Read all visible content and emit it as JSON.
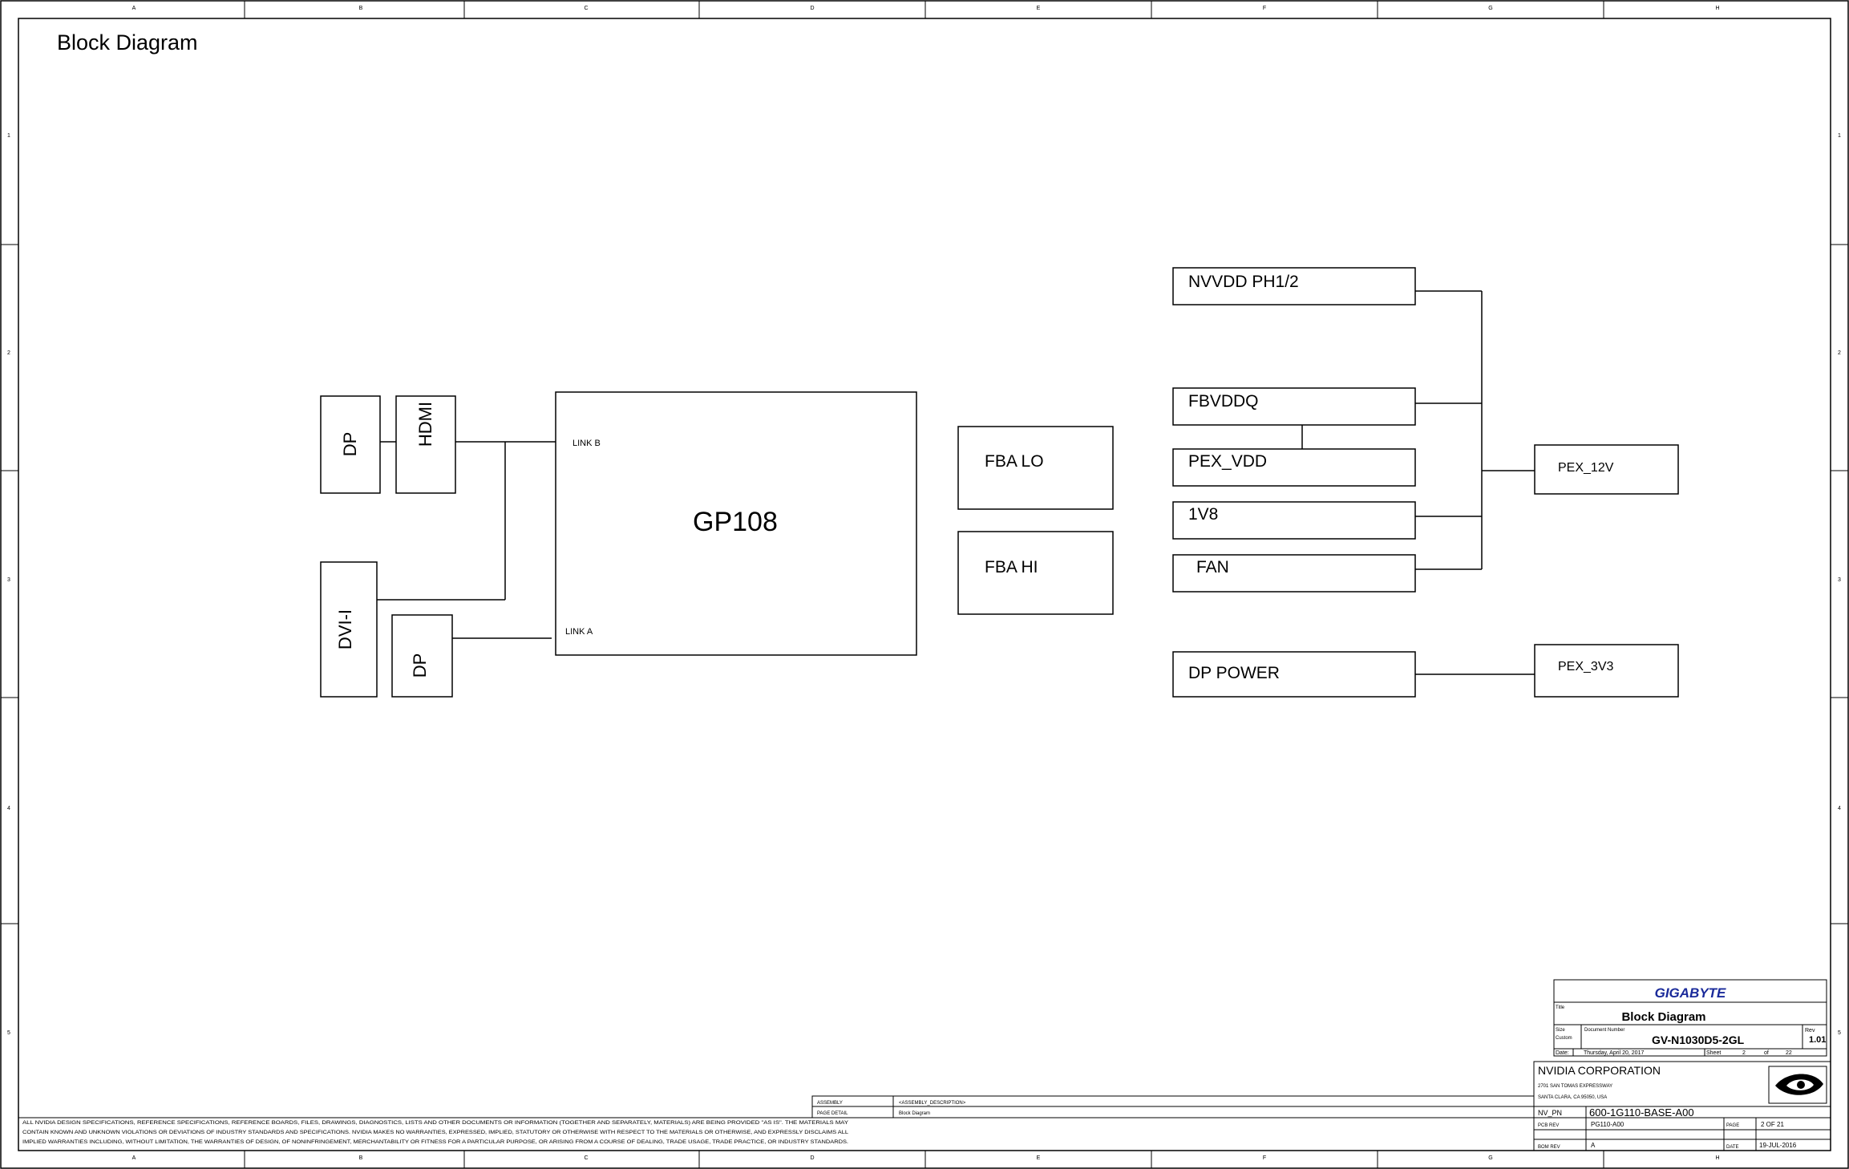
{
  "sheet": {
    "title": "Block Diagram",
    "columns": [
      "A",
      "B",
      "C",
      "D",
      "E",
      "F",
      "G",
      "H"
    ],
    "rows": [
      "1",
      "2",
      "3",
      "4",
      "5"
    ]
  },
  "diagram": {
    "gpu": {
      "label": "GP108",
      "link_b": "LINK B",
      "link_a": "LINK A"
    },
    "connectors": {
      "dp_top": "DP",
      "hdmi": "HDMI",
      "dvi": "DVI-I",
      "dp_bottom": "DP"
    },
    "memory": {
      "fba_lo": "FBA LO",
      "fba_hi": "FBA HI"
    },
    "power_rails": {
      "nvvdd": "NVVDD PH1/2",
      "fbvddq": "FBVDDQ",
      "pex_vdd": "PEX_VDD",
      "v1v8": "1V8",
      "fan": "FAN",
      "dp_power": "DP POWER"
    },
    "sources": {
      "pex12v": "PEX_12V",
      "pex3v3": "PEX_3V3"
    }
  },
  "title_block": {
    "company": "GIGABYTE",
    "title_label": "Title",
    "title": "Block Diagram",
    "size_label": "Size",
    "size_value": "Custom",
    "doc_number_label": "Document Number",
    "doc_number": "GV-N1030D5-2GL",
    "rev_label": "Rev",
    "rev": "1.01",
    "date_label": "Date:",
    "date": "Thursday, April 20, 2017",
    "sheet_label": "Sheet",
    "sheet_num": "2",
    "of_label": "of",
    "sheet_total": "22"
  },
  "nvidia_block": {
    "corp": "NVIDIA CORPORATION",
    "addr1": "2701 SAN TOMAS EXPRESSWAY",
    "addr2": "SANTA CLARA, CA 95050, USA",
    "nv_pn_label": "NV_PN",
    "nv_pn": "600-1G110-BASE-A00",
    "pcb_rev_label": "PCB REV",
    "pcb_rev": "PG110-A00",
    "page_label": "PAGE",
    "page": "2 OF 21",
    "bom_rev_label": "BOM REV",
    "bom_rev": "A",
    "date_label": "DATE",
    "date": "19-JUL-2016"
  },
  "assembly": {
    "assembly_label": "ASSEMBLY",
    "assembly_value": "<ASSEMBLY_DESCRIPTION>",
    "page_detail_label": "PAGE DETAIL",
    "page_detail_value": "Block Diagram"
  },
  "disclaimer": {
    "line1": "ALL NVIDIA DESIGN SPECIFICATIONS, REFERENCE SPECIFICATIONS, REFERENCE BOARDS, FILES, DRAWINGS, DIAGNOSTICS, LISTS AND OTHER DOCUMENTS OR INFORMATION (TOGETHER AND SEPARATELY, MATERIALS) ARE BEING PROVIDED \"AS IS\". THE MATERIALS MAY",
    "line2": "CONTAIN KNOWN AND UNKNOWN VIOLATIONS OR DEVIATIONS OF INDUSTRY STANDARDS AND SPECIFICATIONS. NVIDIA MAKES NO WARRANTIES, EXPRESSED, IMPLIED, STATUTORY OR OTHERWISE WITH RESPECT TO THE MATERIALS OR OTHERWISE, AND EXPRESSLY DISCLAIMS ALL",
    "line3": "IMPLIED WARRANTIES INCLUDING, WITHOUT LIMITATION, THE WARRANTIES OF DESIGN, OF NONINFRINGEMENT, MERCHANTABILITY OR FITNESS FOR A PARTICULAR PURPOSE, OR ARISING FROM A COURSE OF DEALING, TRADE USAGE, TRADE PRACTICE, OR INDUSTRY STANDARDS."
  },
  "colors": {
    "company": "#1a2a9a",
    "line": "#000000"
  }
}
